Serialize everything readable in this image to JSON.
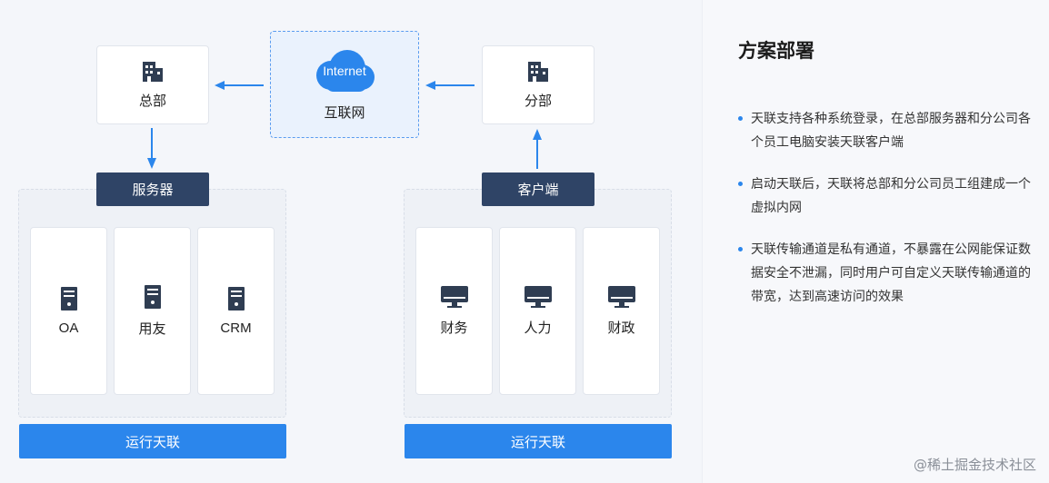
{
  "headquarters": {
    "label": "总部",
    "icon": "building-icon"
  },
  "internet": {
    "cloud_text": "Internet",
    "label": "互联网",
    "icon": "cloud-icon"
  },
  "branch": {
    "label": "分部",
    "icon": "building-icon"
  },
  "server_group": {
    "tab_label": "服务器",
    "items": [
      {
        "label": "OA",
        "icon": "server-icon"
      },
      {
        "label": "用友",
        "icon": "server-icon"
      },
      {
        "label": "CRM",
        "icon": "server-icon"
      }
    ],
    "run_label": "运行天联"
  },
  "client_group": {
    "tab_label": "客户端",
    "items": [
      {
        "label": "财务",
        "icon": "monitor-icon"
      },
      {
        "label": "人力",
        "icon": "monitor-icon"
      },
      {
        "label": "财政",
        "icon": "monitor-icon"
      }
    ],
    "run_label": "运行天联"
  },
  "panel": {
    "title": "方案部署",
    "bullets": [
      "天联支持各种系统登录，在总部服务器和分公司各个员工电脑安装天联客户端",
      "启动天联后，天联将总部和分公司员工组建成一个虚拟内网",
      "天联传输通道是私有通道，不暴露在公网能保证数据安全不泄漏，同时用户可自定义天联传输通道的带宽，达到高速访问的效果"
    ]
  },
  "watermark": "@稀土掘金技术社区",
  "colors": {
    "accent_blue": "#2b86ec",
    "dark_tab": "#2f4466",
    "internet_fill": "#eaf2fd",
    "internet_border": "#5a9cf0"
  }
}
